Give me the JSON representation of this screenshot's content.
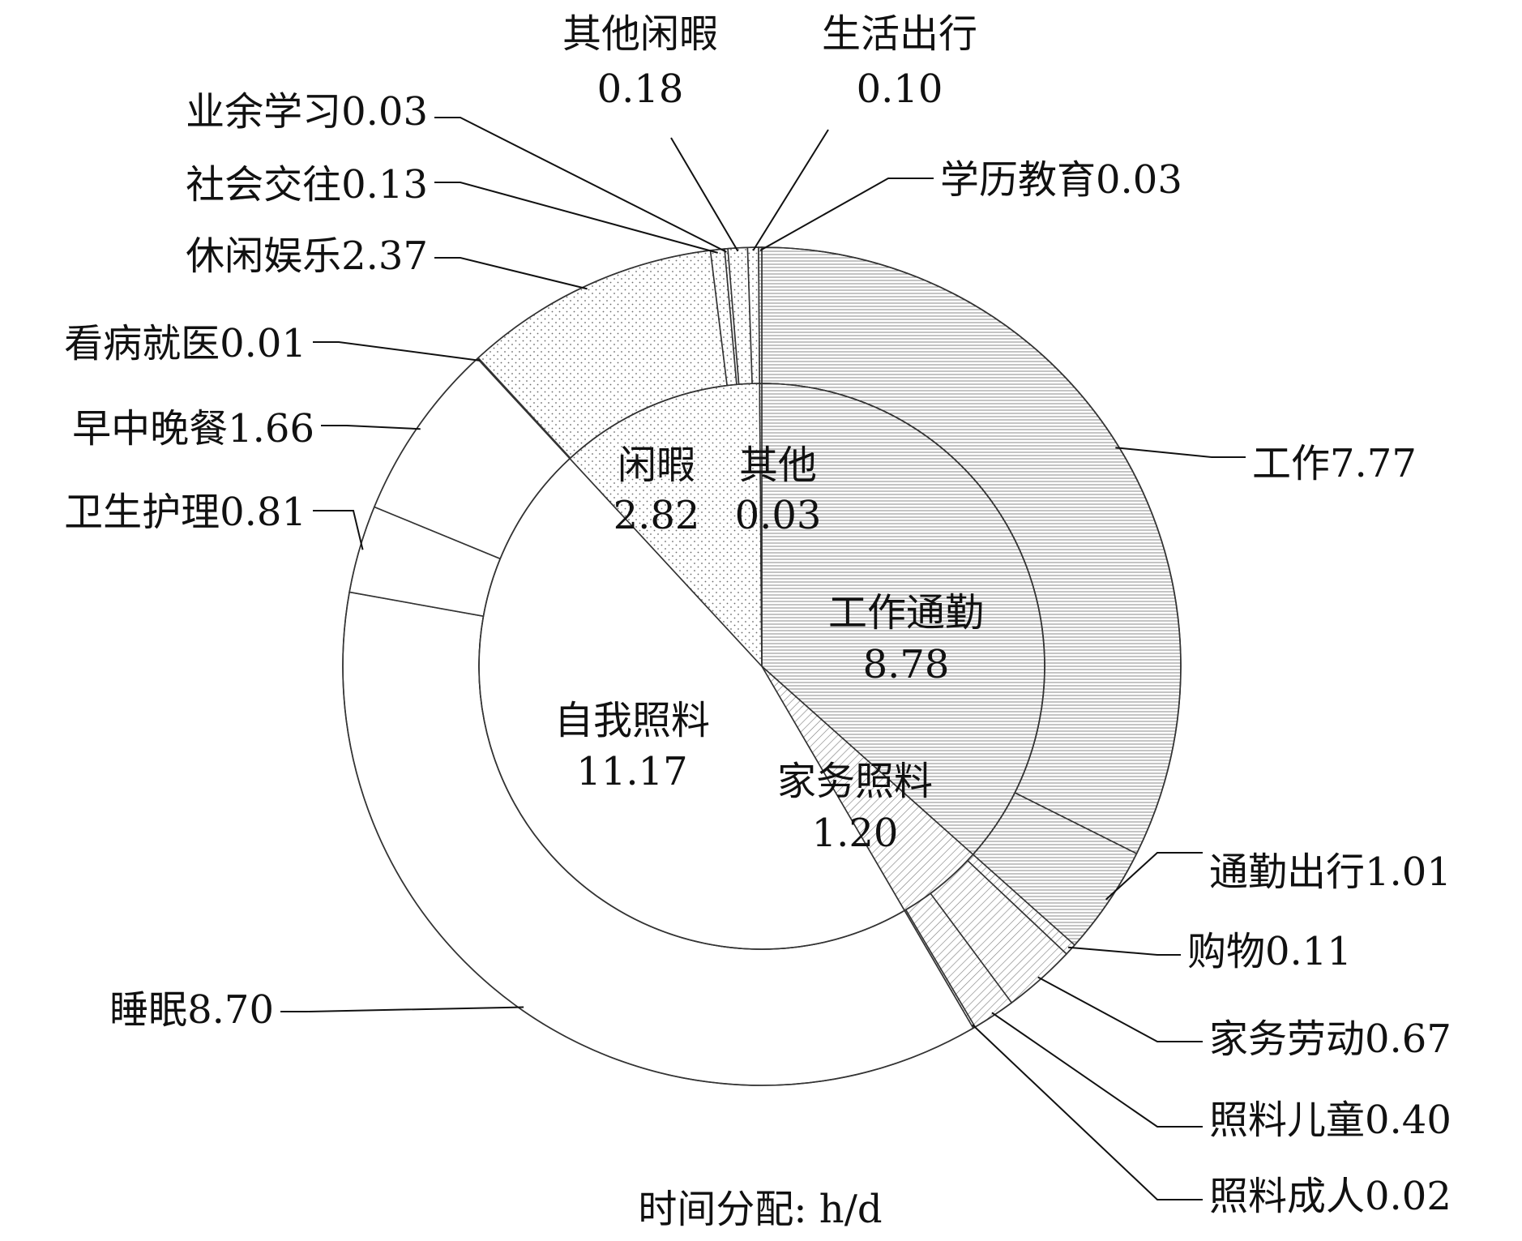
{
  "chart_data": {
    "type": "pie",
    "subtype": "nested-donut",
    "caption": "时间分配: h/d",
    "inner": [
      {
        "name": "工作通勤",
        "value": 8.78,
        "pattern": "hlines"
      },
      {
        "name": "家务照料",
        "value": 1.2,
        "pattern": "diag"
      },
      {
        "name": "自我照料",
        "value": 11.17,
        "pattern": "none"
      },
      {
        "name": "闲暇",
        "value": 2.82,
        "pattern": "dots"
      },
      {
        "name": "其他",
        "value": 0.03,
        "pattern": "hlines"
      }
    ],
    "outer": [
      {
        "name": "工作",
        "value": 7.77,
        "pattern": "hlines"
      },
      {
        "name": "通勤出行",
        "value": 1.01,
        "pattern": "hlines"
      },
      {
        "name": "购物",
        "value": 0.11,
        "pattern": "diag"
      },
      {
        "name": "家务劳动",
        "value": 0.67,
        "pattern": "diag"
      },
      {
        "name": "照料儿童",
        "value": 0.4,
        "pattern": "diag"
      },
      {
        "name": "照料成人",
        "value": 0.02,
        "pattern": "diag"
      },
      {
        "name": "睡眠",
        "value": 8.7,
        "pattern": "none"
      },
      {
        "name": "卫生护理",
        "value": 0.81,
        "pattern": "none"
      },
      {
        "name": "早中晚餐",
        "value": 1.66,
        "pattern": "none"
      },
      {
        "name": "看病就医",
        "value": 0.01,
        "pattern": "none"
      },
      {
        "name": "休闲娱乐",
        "value": 2.37,
        "pattern": "dots"
      },
      {
        "name": "社会交往",
        "value": 0.13,
        "pattern": "dots"
      },
      {
        "name": "业余学习",
        "value": 0.03,
        "pattern": "dots"
      },
      {
        "name": "其他闲暇",
        "value": 0.18,
        "pattern": "dots"
      },
      {
        "name": "生活出行",
        "value": 0.1,
        "pattern": "dots"
      },
      {
        "name": "学历教育",
        "value": 0.03,
        "pattern": "hlines"
      }
    ],
    "inner_labels": [
      {
        "name": "工作通勤",
        "value": "8.78"
      },
      {
        "name": "家务照料",
        "value": "1.20"
      },
      {
        "name": "自我照料",
        "value": "11.17"
      },
      {
        "name": "闲暇",
        "value": "2.82"
      },
      {
        "name": "其他",
        "value": "0.03"
      }
    ],
    "outer_labels": [
      {
        "text": "工作7.77",
        "slice": 0
      },
      {
        "text": "通勤出行1.01",
        "slice": 1
      },
      {
        "text": "购物0.11",
        "slice": 2
      },
      {
        "text": "家务劳动0.67",
        "slice": 3
      },
      {
        "text": "照料儿童0.40",
        "slice": 4
      },
      {
        "text": "照料成人0.02",
        "slice": 5
      },
      {
        "text": "睡眠8.70",
        "slice": 6
      },
      {
        "text": "卫生护理0.81",
        "slice": 7
      },
      {
        "text": "早中晚餐1.66",
        "slice": 8
      },
      {
        "text": "看病就医0.01",
        "slice": 9
      },
      {
        "text": "休闲娱乐2.37",
        "slice": 10
      },
      {
        "text": "社会交往0.13",
        "slice": 11
      },
      {
        "text": "业余学习0.03",
        "slice": 12
      },
      {
        "text": "其他闲暇",
        "value": "0.18",
        "slice": 13
      },
      {
        "text": "生活出行",
        "value": "0.10",
        "slice": 14
      },
      {
        "text": "学历教育0.03",
        "slice": 15
      }
    ]
  }
}
